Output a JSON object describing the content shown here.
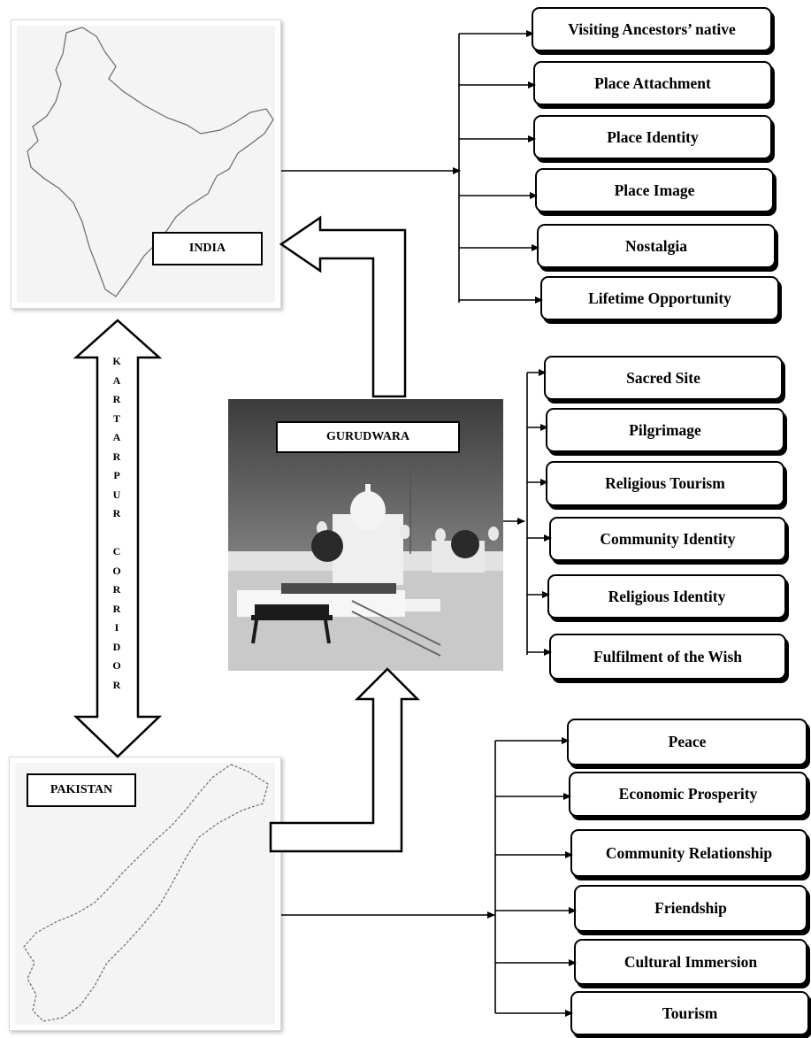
{
  "countries": {
    "india": {
      "label": "INDIA"
    },
    "pakistan": {
      "label": "PAKISTAN"
    }
  },
  "center": {
    "label": "GURUDWARA"
  },
  "corridor": {
    "letters": [
      "K",
      "A",
      "R",
      "T",
      "A",
      "R",
      "P",
      "U",
      "R",
      "",
      "C",
      "O",
      "R",
      "R",
      "I",
      "D",
      "O",
      "R"
    ]
  },
  "india_factors": [
    "Visiting Ancestors’ native",
    "Place Attachment",
    "Place Identity",
    "Place Image",
    "Nostalgia",
    "Lifetime Opportunity"
  ],
  "gurudwara_factors": [
    "Sacred Site",
    "Pilgrimage",
    "Religious Tourism",
    "Community Identity",
    "Religious Identity",
    "Fulfilment of the Wish"
  ],
  "pakistan_factors": [
    "Peace",
    "Economic Prosperity",
    "Community Relationship",
    "Friendship",
    "Cultural Immersion",
    "Tourism"
  ],
  "colors": {
    "line": "#000000",
    "box_fill": "#ffffff",
    "map_fill": "#f4f4f4"
  }
}
